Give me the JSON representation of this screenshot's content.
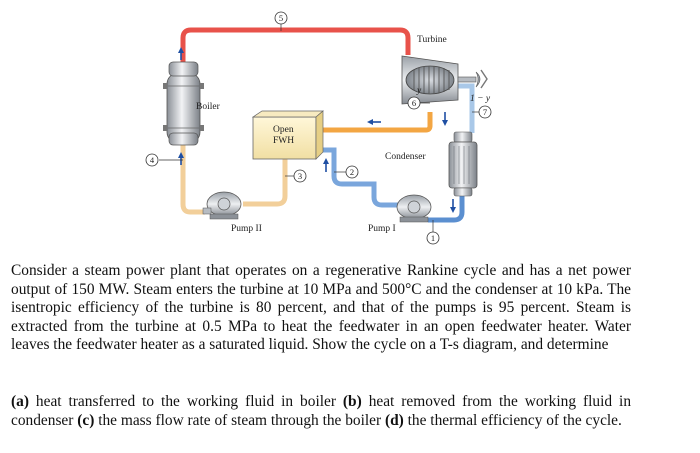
{
  "diagram": {
    "labels": {
      "boiler": "Boiler",
      "turbine": "Turbine",
      "open_fwh_line1": "Open",
      "open_fwh_line2": "FWH",
      "condenser": "Condenser",
      "pump_1": "Pump I",
      "pump_2": "Pump II",
      "frac_y": "y",
      "frac_1_minus_y": "1 − y"
    },
    "states": [
      "1",
      "2",
      "3",
      "4",
      "5",
      "6",
      "7"
    ]
  },
  "problem": {
    "statement": "Consider a steam power plant that operates on a regenerative Rankine cycle and has a net power output of 150 MW. Steam enters the turbine at 10 MPa and 500°C and the condenser at 10 kPa. The isentropic efficiency of the turbine is 80 percent, and that of the pumps is 95 percent. Steam is extracted from the turbine at 0.5 MPa to heat the feedwater in an open feedwater heater. Water leaves the feedwater heater as a saturated liquid. Show the cycle on a T-s diagram, and determine",
    "parts": [
      {
        "tag": "(a)",
        "text": " heat transferred to the working fluid in boiler "
      },
      {
        "tag": "(b)",
        "text": " heat removed from the working fluid in condenser "
      },
      {
        "tag": "(c)",
        "text": " the mass flow rate of steam through the boiler "
      },
      {
        "tag": "(d)",
        "text": " the thermal efficiency of the cycle."
      }
    ]
  }
}
